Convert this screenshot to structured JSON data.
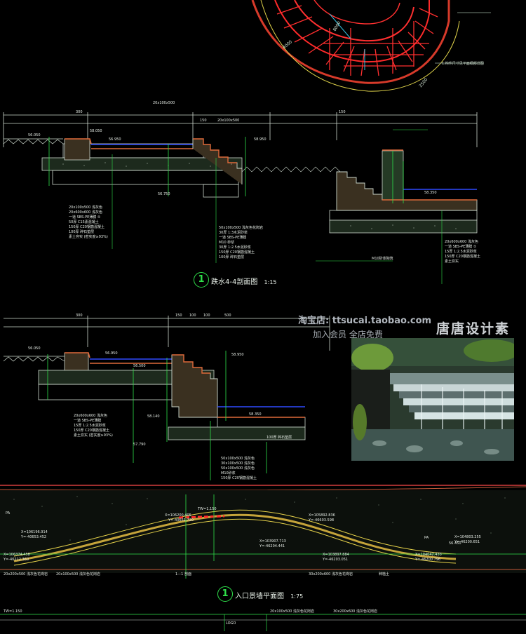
{
  "watermark": {
    "shop": "淘宝店: ttsucai.taobao.com",
    "free": "加入会员 全店免费",
    "studio": "唐唐设计素"
  },
  "section1": {
    "number": "1",
    "title": "跌水4-4剖面图",
    "scale": "1:15",
    "dims_top": [
      "300",
      "20x100x500",
      "150",
      "20x100x500",
      "150"
    ],
    "elev": [
      "56.050",
      "56.950",
      "58.050",
      "58.950",
      "56.750",
      "58.350"
    ],
    "notes_left": [
      "20x100x500 浅灰色",
      "20x600x600 浅灰色",
      "一道 SBS-PE薄膜 ①",
      "50厚 C15素混凝土",
      "150厚 C20钢筋混凝土",
      "100厚 碎石垫层",
      "素土夯实 (密实度≥93%)"
    ],
    "notes_mid": [
      "50x100x500 浅灰色花岗岩",
      "30厚 1:3水泥砂浆",
      "一道 SBS-PE薄膜",
      "M10 砂浆",
      "30厚 1:2.5水泥砂浆",
      "150厚 C20钢筋混凝土",
      "100厚 碎石垫层"
    ],
    "notes_right": [
      "20x600x600 浅灰色",
      "一道 SBS-PE薄膜 ①",
      "15厚 1:2.5水泥砂浆",
      "150厚 C20钢筋混凝土",
      "素土夯实"
    ],
    "label_mid": "M10砂浆砌筑"
  },
  "section2": {
    "dims_top": [
      "300",
      "150",
      "100",
      "100",
      "500"
    ],
    "elev": [
      "56.050",
      "56.950",
      "56.500",
      "58.140",
      "57.790",
      "58.950",
      "58.350"
    ],
    "notes_left": [
      "20x600x600 浅灰色",
      "一道 SBS-PE薄膜",
      "15厚 1:2.5水泥砂浆",
      "150厚 C20钢筋混凝土",
      "素土夯实 (密实度≥93%)"
    ],
    "notes_right": [
      "50x100x500 浅灰色",
      "30x100x500 浅灰色",
      "50x100x500 浅灰色",
      "M10砂浆",
      "150厚 C20钢筋混凝土",
      "100厚 碎石垫层"
    ]
  },
  "plan": {
    "number": "1",
    "title": "入口景墙平面图",
    "scale": "1:75",
    "coords": [
      "X=106200.405",
      "Y=-40651.720",
      "X=106196.914",
      "Y=-40653.452",
      "X=105892.836",
      "Y=-46603.598",
      "X=103907.713",
      "Y=-46204.441",
      "X=104803.255",
      "Y=-46200.651",
      "X=103897.884",
      "Y=-46203.051",
      "X=104042.433",
      "Y=-46200.796",
      "X=106374.458",
      "Y=-46212.360"
    ],
    "elev": [
      "TW=1.150",
      "56.450"
    ],
    "notes": [
      "20x200x500 浅灰色花岗岩",
      "20x100x500 浅灰色花岗岩",
      "30x200x600 浅灰色花岗岩",
      "种植土"
    ],
    "label_section": "1—1 剖面",
    "pa": "PA"
  },
  "bottom": {
    "elev": "TW=1.150",
    "notes": [
      "20x100x500 浅灰色花岗岩",
      "30x200x600 浅灰色花岗岩"
    ],
    "logo": "LOGO"
  },
  "top_plan": {
    "dims": [
      "8000",
      "4000",
      "2500"
    ],
    "note": "1.构件尺寸见平面细部详图"
  }
}
